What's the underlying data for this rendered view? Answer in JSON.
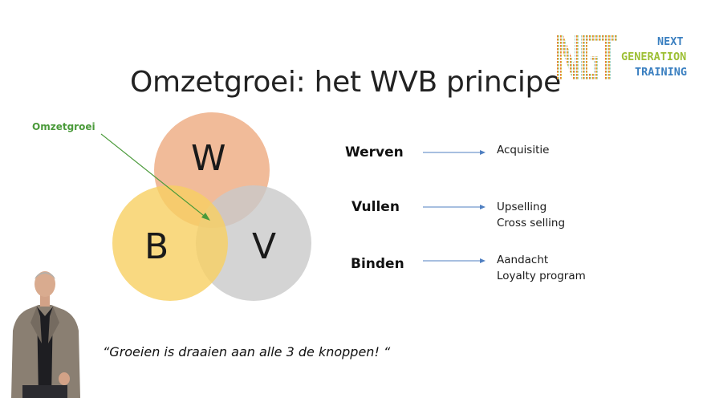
{
  "slide": {
    "title": "Omzetgroei: het WVB principe",
    "quote": "“Groeien is draaien aan alle 3 de knoppen! “"
  },
  "logo": {
    "line1": "NEXT",
    "line2": "GENERATION",
    "line3": "TRAINING",
    "mark": "NGT"
  },
  "venn": {
    "callout_label": "Omzetgroei",
    "circles": [
      {
        "letter": "W",
        "color": "#f0b48e"
      },
      {
        "letter": "B",
        "color": "#f7d16e"
      },
      {
        "letter": "V",
        "color": "#cfcfcf"
      }
    ],
    "callout_color": "#4a9a3a"
  },
  "rows": [
    {
      "label": "Werven",
      "values": [
        "Acquisitie"
      ]
    },
    {
      "label": "Vullen",
      "values": [
        "Upselling",
        "Cross selling"
      ]
    },
    {
      "label": "Binden",
      "values": [
        "Aandacht",
        "Loyalty program"
      ]
    }
  ],
  "colors": {
    "arrow": "#4f7fc1"
  }
}
